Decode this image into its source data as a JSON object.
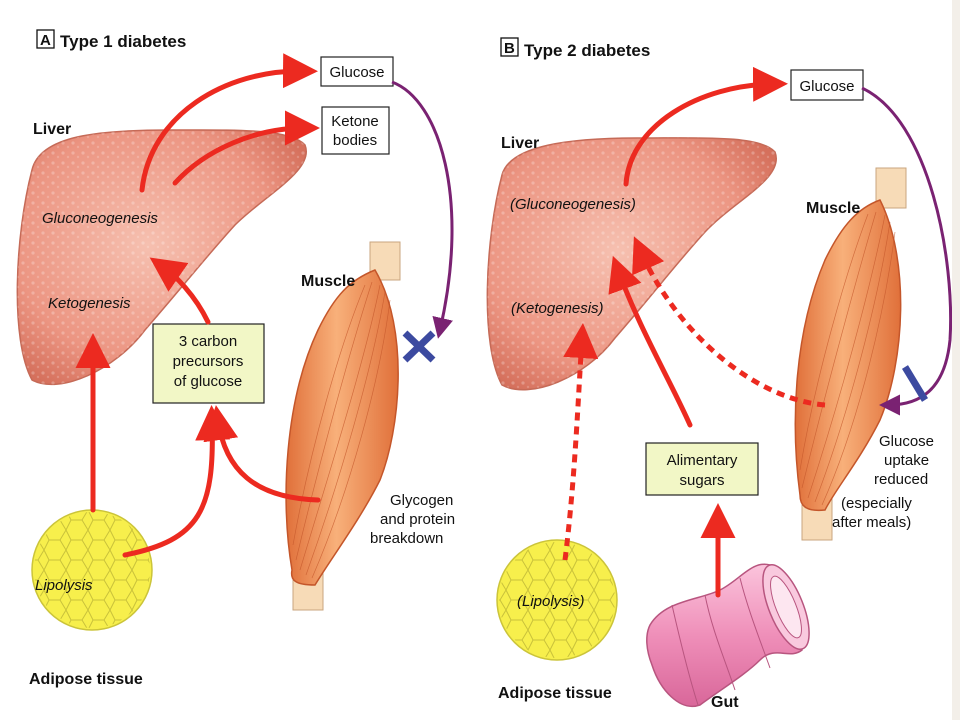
{
  "panel_a": {
    "letter": "A",
    "title": "Type 1 diabetes",
    "liver": "Liver",
    "gluconeogenesis": "Gluconeogenesis",
    "ketogenesis": "Ketogenesis",
    "muscle": "Muscle",
    "glucose": "Glucose",
    "ketone_line1": "Ketone",
    "ketone_line2": "bodies",
    "precursors_line1": "3 carbon",
    "precursors_line2": "precursors",
    "precursors_line3": "of glucose",
    "lipolysis": "Lipolysis",
    "adipose": "Adipose tissue",
    "breakdown_line1": "Glycogen",
    "breakdown_line2": "and protein",
    "breakdown_line3": "breakdown"
  },
  "panel_b": {
    "letter": "B",
    "title": "Type 2 diabetes",
    "liver": "Liver",
    "gluconeogenesis": "(Gluconeogenesis)",
    "ketogenesis": "(Ketogenesis)",
    "muscle": "Muscle",
    "glucose": "Glucose",
    "lipolysis": "(Lipolysis)",
    "adipose": "Adipose tissue",
    "alimentary_line1": "Alimentary",
    "alimentary_line2": "sugars",
    "gut": "Gut",
    "uptake_line1": "Glucose",
    "uptake_line2": "uptake",
    "uptake_line3": "reduced",
    "uptake_line4": "(especially",
    "uptake_line5": "after meals)"
  },
  "colors": {
    "liver": "#e98b78",
    "muscle": "#f0915a",
    "tendon": "#f7dbb7",
    "adipose": "#f7ef4c",
    "arrow_red": "#ec2a20",
    "arrow_purple": "#7a2272",
    "box_yellow": "#f2f7c6",
    "block_blue": "#3c4aa0",
    "gut": "#f08fb9"
  }
}
